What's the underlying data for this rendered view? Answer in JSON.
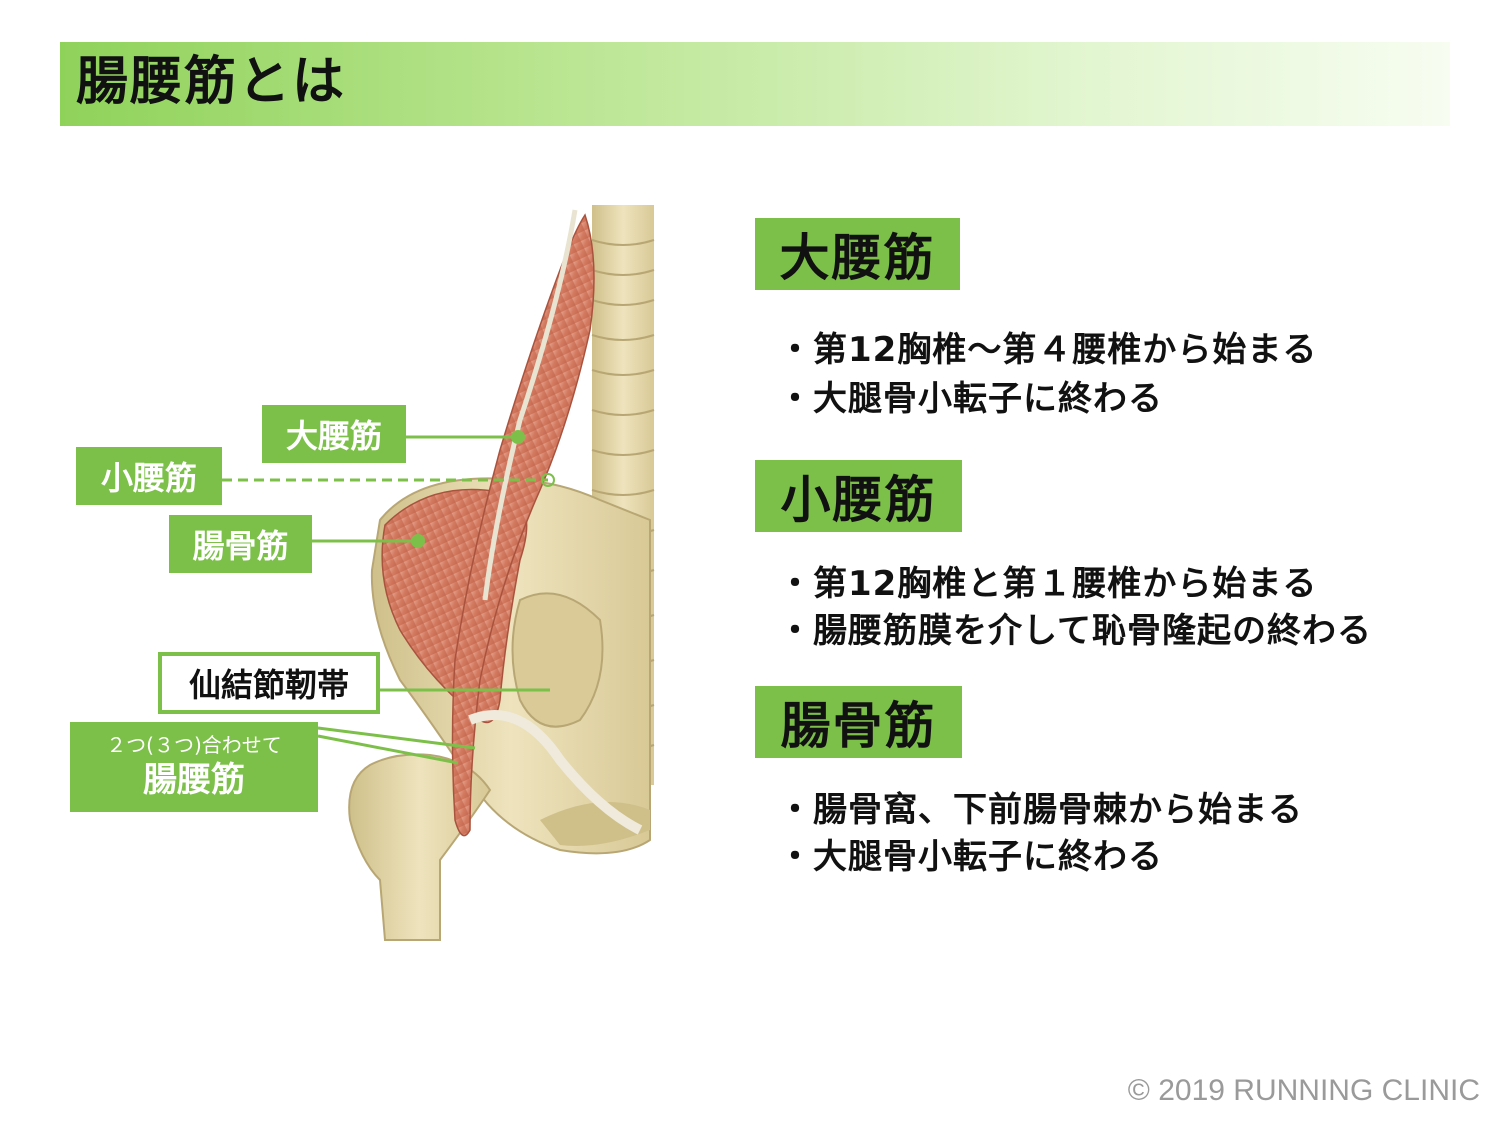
{
  "title": "腸腰筋とは",
  "labels": {
    "psoas_major": "大腰筋",
    "psoas_minor": "小腰筋",
    "iliacus": "腸骨筋",
    "sacrotuberous": "仙結節靭帯",
    "combined_top": "２つ(３つ)合わせて",
    "combined_bottom": "腸腰筋"
  },
  "sections": [
    {
      "heading": "大腰筋",
      "bullets": [
        "・第12胸椎～第４腰椎から始まる",
        "・大腿骨小転子に終わる"
      ]
    },
    {
      "heading": "小腰筋",
      "bullets": [
        "・第12胸椎と第１腰椎から始まる",
        "・腸腰筋膜を介して恥骨隆起の終わる"
      ]
    },
    {
      "heading": "腸骨筋",
      "bullets": [
        "・腸骨窩、下前腸骨棘から始まる",
        "・大腿骨小転子に終わる"
      ]
    }
  ],
  "copyright": "© 2019 RUNNING CLINIC",
  "colors": {
    "accent_green": "#7cc04a",
    "muscle": "#d9826a",
    "bone": "#e3d6a8"
  }
}
